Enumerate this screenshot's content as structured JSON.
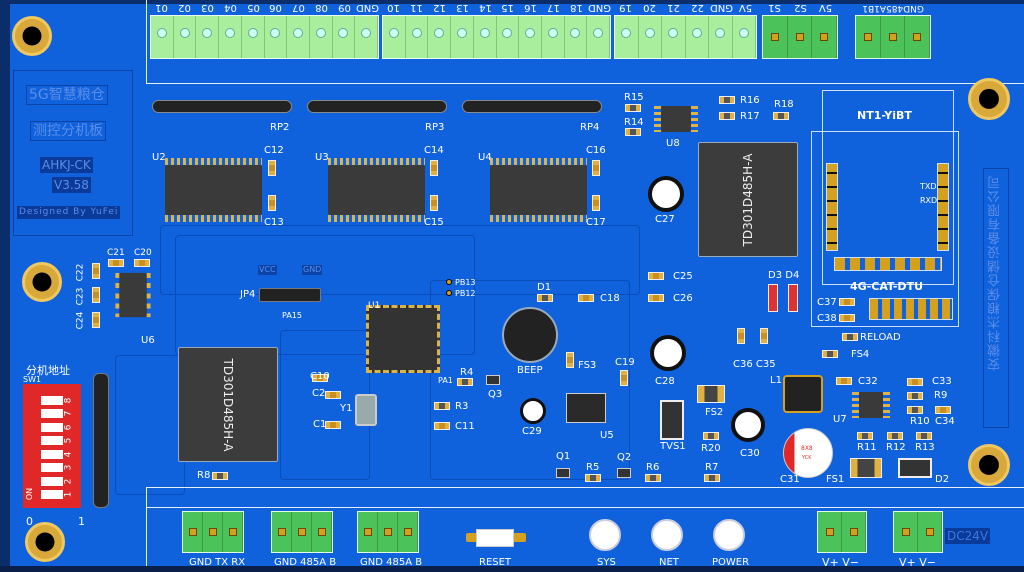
{
  "board": {
    "title_line1": "5G智慧粮仓",
    "title_line2": "测控分机板",
    "model": "AHKJ-CK",
    "version": "V3.58",
    "designer": "Designed By YuFei",
    "company": "安徽科杰粮保仓储设备有限公司",
    "color": "#1062dc"
  },
  "top_connectors": {
    "block1": [
      "01",
      "02",
      "03",
      "04",
      "05",
      "06",
      "07",
      "08",
      "09",
      "GND"
    ],
    "block2": [
      "10",
      "11",
      "12",
      "13",
      "14",
      "15",
      "16",
      "17",
      "18",
      "GND"
    ],
    "block3": [
      "19",
      "20",
      "21",
      "22",
      "GND",
      "5V"
    ],
    "sensor": [
      "S1",
      "S2",
      "5V"
    ],
    "rs485": "GND485A1B1"
  },
  "modules": {
    "wifi": "NT1-YiBT",
    "dtu": "4G-CAT-DTU",
    "txd": "TXD",
    "rxd": "RXD",
    "rs485_chip": "TD301D485H-A",
    "cap_marking": "8X8",
    "cap_brand": "YCK"
  },
  "dip_switch": {
    "title": "分机地址",
    "ref": "SW1",
    "positions": [
      "1",
      "2",
      "3",
      "4",
      "5",
      "6",
      "7",
      "8"
    ],
    "on_label": "ON",
    "zero": "0",
    "one": "1"
  },
  "labels": {
    "RP2": "RP2",
    "RP3": "RP3",
    "RP4": "RP4",
    "U2": "U2",
    "U3": "U3",
    "U4": "U4",
    "C12": "C12",
    "C13": "C13",
    "C14": "C14",
    "C15": "C15",
    "C16": "C16",
    "C17": "C17",
    "R15": "R15",
    "R14": "R14",
    "U8": "U8",
    "R16": "R16",
    "R17": "R17",
    "R18": "R18",
    "C27": "C27",
    "C25": "C25",
    "C26": "C26",
    "D3D4": "D3 D4",
    "C37": "C37",
    "C38": "C38",
    "RELOAD": "RELOAD",
    "FS4": "FS4",
    "C21": "C21",
    "C20": "C20",
    "C22": "C22",
    "C23": "C23",
    "C24": "C24",
    "U6": "U6",
    "VCC": "VCC",
    "GND": "GND",
    "JP4": "JP4",
    "PA15": "PA15",
    "U1": "U1",
    "PB13": "PB13",
    "PB12": "PB12",
    "D1": "D1",
    "C18": "C18",
    "BEEP": "BEEP",
    "FS3": "FS3",
    "C19": "C19",
    "C28": "C28",
    "C36C35": "C36 C35",
    "L1": "L1",
    "C32": "C32",
    "C33": "C33",
    "R9": "R9",
    "R10": "R10",
    "C34": "C34",
    "U7": "U7",
    "C10": "C10",
    "C2": "C2",
    "C1": "C1",
    "Y1": "Y1",
    "PA1": "PA1",
    "R4": "R4",
    "Q3": "Q3",
    "R3": "R3",
    "C11": "C11",
    "C29": "C29",
    "U5": "U5",
    "FS2": "FS2",
    "TVS1": "TVS1",
    "R20": "R20",
    "C30": "C30",
    "C31": "C31",
    "R11": "R11",
    "R12": "R12",
    "R13": "R13",
    "FS1": "FS1",
    "D2": "D2",
    "Q1": "Q1",
    "R5": "R5",
    "Q2": "Q2",
    "R6": "R6",
    "R7": "R7",
    "R8": "R8"
  },
  "bottom": {
    "uart": "GND  TX  RX",
    "rs485_1": "GND 485A  B",
    "rs485_2": "GND 485A  B",
    "reset": "RESET",
    "sys": "SYS",
    "net": "NET",
    "power": "POWER",
    "vin1": "V+  V−",
    "vin2": "V+  V−",
    "dc": "DC24V"
  }
}
